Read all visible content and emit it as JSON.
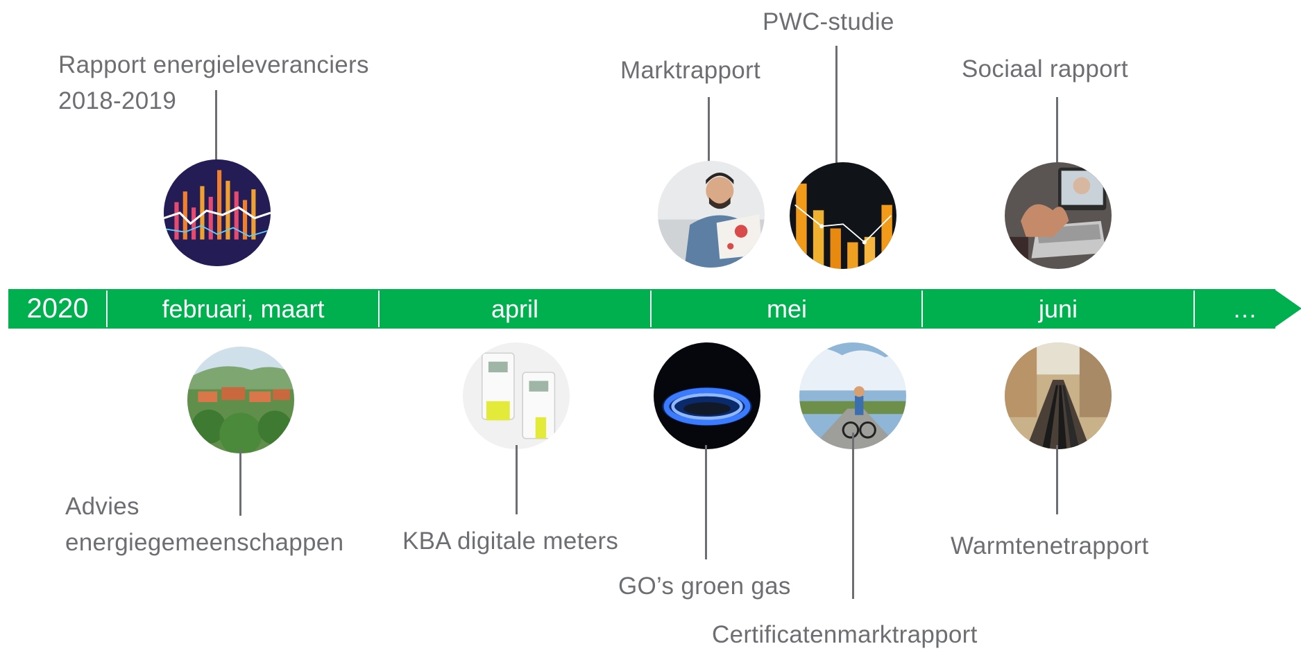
{
  "timeline": {
    "year": "2020",
    "months": [
      "februari, maart",
      "april",
      "mei",
      "juni",
      "…"
    ],
    "color": "#00b04f"
  },
  "items_above": [
    {
      "label": "Rapport energieleveranciers\n2018-2019",
      "icon": "stock-chart-photo"
    },
    {
      "label": "Marktrapport",
      "icon": "man-reading-report-photo"
    },
    {
      "label": "PWC-studie",
      "icon": "bar-chart-photo"
    },
    {
      "label": "Sociaal rapport",
      "icon": "heart-hands-laptop-photo"
    }
  ],
  "items_below": [
    {
      "label": "Advies\nenergiegemeenschappen",
      "icon": "village-photo"
    },
    {
      "label": "KBA digitale meters",
      "icon": "digital-meters-photo"
    },
    {
      "label": "GO’s groen gas",
      "icon": "gas-flame-photo"
    },
    {
      "label": "Certificatenmarktrapport",
      "icon": "cyclist-photo"
    },
    {
      "label": "Warmtenetrapport",
      "icon": "heat-pipes-street-photo"
    }
  ],
  "text_color": "#6d6e71"
}
